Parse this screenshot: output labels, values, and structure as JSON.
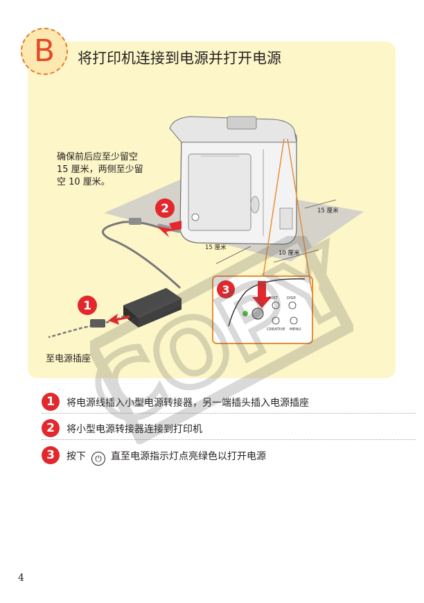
{
  "section": {
    "badge_letter": "B",
    "title": "将打印机连接到电源并打开电源"
  },
  "illustration": {
    "clearance_note": "确保前后应至少留空\n15 厘米，两侧至少留\n空 10 厘米。",
    "dim_front_back_1": "15 厘米",
    "dim_front_back_2": "15 厘米",
    "dim_side": "10 厘米",
    "outlet_label": "至电源插座",
    "callout_numbers": [
      "1",
      "2",
      "3"
    ],
    "panel_buttons": [
      "EDIT",
      "DISP.",
      "CREATIVE",
      "MENU"
    ]
  },
  "steps": [
    {
      "number": "1",
      "text": "将电源线插入小型电源转接器，另一端插头插入电源插座"
    },
    {
      "number": "2",
      "text": "将小型电源转接器连接到打印机"
    },
    {
      "number": "3",
      "text_before": "按下",
      "icon": "power-icon",
      "text_after": "直至电源指示灯点亮绿色以打开电源"
    }
  ],
  "watermark": "COPY",
  "page_number": "4",
  "colors": {
    "panel_bg": "#fdf6c8",
    "accent_red": "#e2272d",
    "badge_border": "#e37a2c",
    "callout_box": "#e98c37"
  }
}
